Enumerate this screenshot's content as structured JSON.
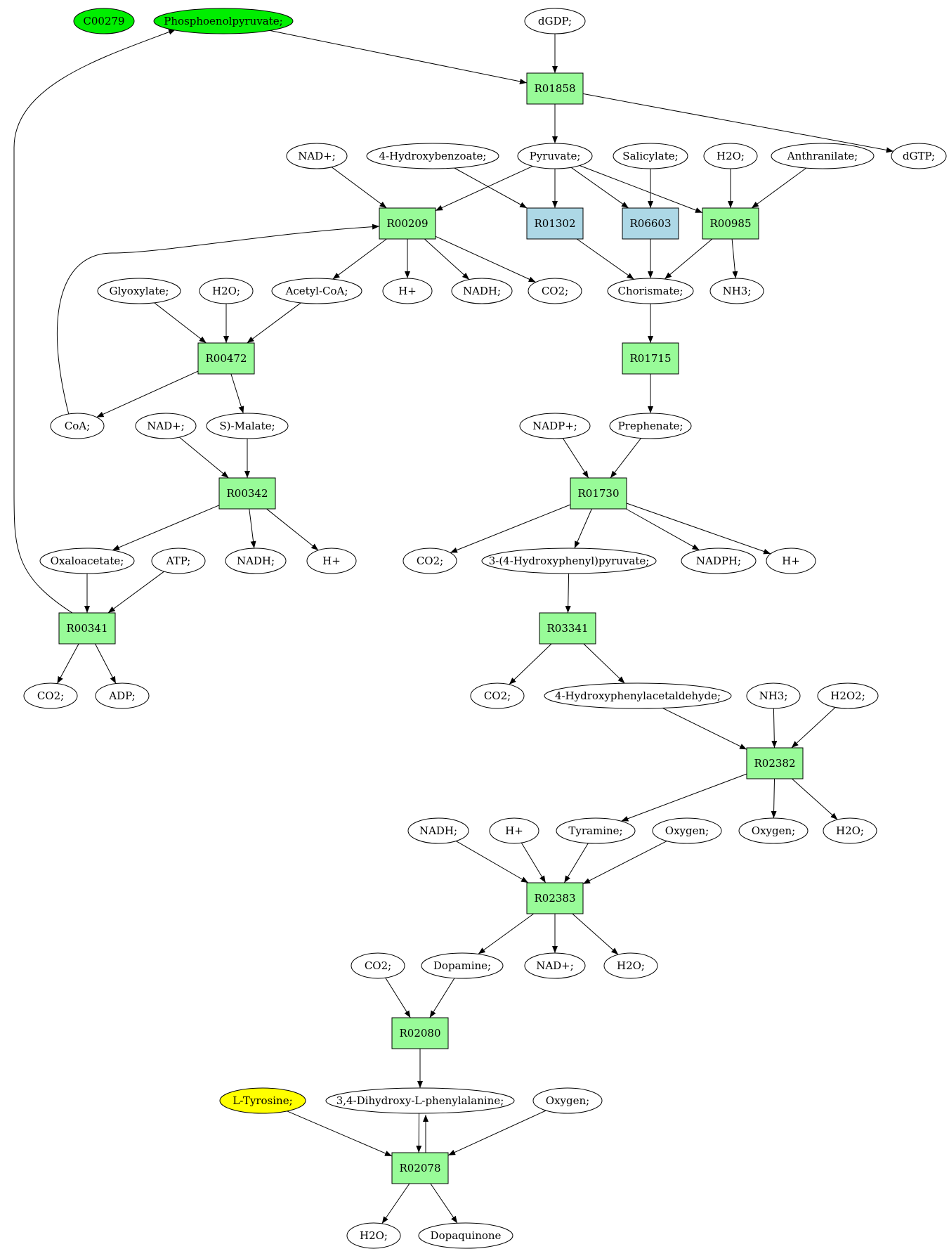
{
  "colors": {
    "compound": "#ffffff",
    "reaction": "#98fb98",
    "reaction_alt": "#add8e6",
    "highlight_green": "#00ee00",
    "highlight_yellow": "#ffff00",
    "stroke": "#000000"
  },
  "nodes": [
    {
      "id": "C00279",
      "label": "C00279",
      "kind": "compound",
      "color": "#00ee00"
    },
    {
      "id": "pep",
      "label": "Phosphoenolpyruvate;",
      "kind": "compound",
      "color": "#00ee00"
    },
    {
      "id": "dgdp",
      "label": "dGDP;",
      "kind": "compound"
    },
    {
      "id": "R01858",
      "label": "R01858",
      "kind": "reaction"
    },
    {
      "id": "dgtp",
      "label": "dGTP;",
      "kind": "compound"
    },
    {
      "id": "nad1",
      "label": "NAD+;",
      "kind": "compound"
    },
    {
      "id": "hba",
      "label": "4-Hydroxybenzoate;",
      "kind": "compound"
    },
    {
      "id": "pyr",
      "label": "Pyruvate;",
      "kind": "compound"
    },
    {
      "id": "sal",
      "label": "Salicylate;",
      "kind": "compound"
    },
    {
      "id": "h2o1",
      "label": "H2O;",
      "kind": "compound"
    },
    {
      "id": "anth",
      "label": "Anthranilate;",
      "kind": "compound"
    },
    {
      "id": "R00209",
      "label": "R00209",
      "kind": "reaction"
    },
    {
      "id": "R01302",
      "label": "R01302",
      "kind": "reaction",
      "color": "#add8e6"
    },
    {
      "id": "R06603",
      "label": "R06603",
      "kind": "reaction",
      "color": "#add8e6"
    },
    {
      "id": "R00985",
      "label": "R00985",
      "kind": "reaction"
    },
    {
      "id": "glyox",
      "label": "Glyoxylate;",
      "kind": "compound"
    },
    {
      "id": "h2o2",
      "label": "H2O;",
      "kind": "compound"
    },
    {
      "id": "acoa",
      "label": "Acetyl-CoA;",
      "kind": "compound"
    },
    {
      "id": "hp1",
      "label": "H+",
      "kind": "compound"
    },
    {
      "id": "nadh1",
      "label": "NADH;",
      "kind": "compound"
    },
    {
      "id": "co2a",
      "label": "CO2;",
      "kind": "compound"
    },
    {
      "id": "chor",
      "label": "Chorismate;",
      "kind": "compound"
    },
    {
      "id": "nh3a",
      "label": "NH3;",
      "kind": "compound"
    },
    {
      "id": "R00472",
      "label": "R00472",
      "kind": "reaction"
    },
    {
      "id": "R01715",
      "label": "R01715",
      "kind": "reaction"
    },
    {
      "id": "coa",
      "label": "CoA;",
      "kind": "compound"
    },
    {
      "id": "nad2",
      "label": "NAD+;",
      "kind": "compound"
    },
    {
      "id": "smal",
      "label": "S)-Malate;",
      "kind": "compound"
    },
    {
      "id": "nadp",
      "label": "NADP+;",
      "kind": "compound"
    },
    {
      "id": "preph",
      "label": "Prephenate;",
      "kind": "compound"
    },
    {
      "id": "R00342",
      "label": "R00342",
      "kind": "reaction"
    },
    {
      "id": "R01730",
      "label": "R01730",
      "kind": "reaction"
    },
    {
      "id": "oxa",
      "label": "Oxaloacetate;",
      "kind": "compound"
    },
    {
      "id": "atp",
      "label": "ATP;",
      "kind": "compound"
    },
    {
      "id": "nadh2",
      "label": "NADH;",
      "kind": "compound"
    },
    {
      "id": "hp2",
      "label": "H+",
      "kind": "compound"
    },
    {
      "id": "co2b",
      "label": "CO2;",
      "kind": "compound"
    },
    {
      "id": "hpp",
      "label": "3-(4-Hydroxyphenyl)pyruvate;",
      "kind": "compound"
    },
    {
      "id": "nadph",
      "label": "NADPH;",
      "kind": "compound"
    },
    {
      "id": "hp3",
      "label": "H+",
      "kind": "compound"
    },
    {
      "id": "R00341",
      "label": "R00341",
      "kind": "reaction"
    },
    {
      "id": "R03341",
      "label": "R03341",
      "kind": "reaction"
    },
    {
      "id": "co2c",
      "label": "CO2;",
      "kind": "compound"
    },
    {
      "id": "adp",
      "label": "ADP;",
      "kind": "compound"
    },
    {
      "id": "co2d",
      "label": "CO2;",
      "kind": "compound"
    },
    {
      "id": "hpa",
      "label": "4-Hydroxyphenylacetaldehyde;",
      "kind": "compound"
    },
    {
      "id": "nh3b",
      "label": "NH3;",
      "kind": "compound"
    },
    {
      "id": "h2o2b",
      "label": "H2O2;",
      "kind": "compound"
    },
    {
      "id": "R02382",
      "label": "R02382",
      "kind": "reaction"
    },
    {
      "id": "nadh3",
      "label": "NADH;",
      "kind": "compound"
    },
    {
      "id": "hp4",
      "label": "H+",
      "kind": "compound"
    },
    {
      "id": "tyra",
      "label": "Tyramine;",
      "kind": "compound"
    },
    {
      "id": "oxy1",
      "label": "Oxygen;",
      "kind": "compound"
    },
    {
      "id": "oxy2",
      "label": "Oxygen;",
      "kind": "compound"
    },
    {
      "id": "h2o3",
      "label": "H2O;",
      "kind": "compound"
    },
    {
      "id": "R02383",
      "label": "R02383",
      "kind": "reaction"
    },
    {
      "id": "co2e",
      "label": "CO2;",
      "kind": "compound"
    },
    {
      "id": "dopa",
      "label": "Dopamine;",
      "kind": "compound"
    },
    {
      "id": "nad3",
      "label": "NAD+;",
      "kind": "compound"
    },
    {
      "id": "h2o4",
      "label": "H2O;",
      "kind": "compound"
    },
    {
      "id": "R02080",
      "label": "R02080",
      "kind": "reaction"
    },
    {
      "id": "ltyr",
      "label": "L-Tyrosine;",
      "kind": "compound",
      "color": "#ffff00"
    },
    {
      "id": "ldopa",
      "label": "3,4-Dihydroxy-L-phenylalanine;",
      "kind": "compound"
    },
    {
      "id": "oxy3",
      "label": "Oxygen;",
      "kind": "compound"
    },
    {
      "id": "R02078",
      "label": "R02078",
      "kind": "reaction"
    },
    {
      "id": "h2o5",
      "label": "H2O;",
      "kind": "compound"
    },
    {
      "id": "dopq",
      "label": "Dopaquinone",
      "kind": "compound"
    }
  ],
  "edges": [
    [
      "pep",
      "R01858"
    ],
    [
      "dgdp",
      "R01858"
    ],
    [
      "R01858",
      "pyr"
    ],
    [
      "R01858",
      "dgtp"
    ],
    [
      "nad1",
      "R00209"
    ],
    [
      "pyr",
      "R00209"
    ],
    [
      "coa",
      "R00209"
    ],
    [
      "hba",
      "R01302"
    ],
    [
      "pyr",
      "R01302"
    ],
    [
      "pyr",
      "R06603"
    ],
    [
      "sal",
      "R06603"
    ],
    [
      "pyr",
      "R00985"
    ],
    [
      "h2o1",
      "R00985"
    ],
    [
      "anth",
      "R00985"
    ],
    [
      "R00209",
      "acoa"
    ],
    [
      "R00209",
      "hp1"
    ],
    [
      "R00209",
      "nadh1"
    ],
    [
      "R00209",
      "co2a"
    ],
    [
      "R01302",
      "chor"
    ],
    [
      "R06603",
      "chor"
    ],
    [
      "R00985",
      "chor"
    ],
    [
      "R00985",
      "nh3a"
    ],
    [
      "glyox",
      "R00472"
    ],
    [
      "h2o2",
      "R00472"
    ],
    [
      "acoa",
      "R00472"
    ],
    [
      "R00472",
      "coa"
    ],
    [
      "R00472",
      "smal"
    ],
    [
      "chor",
      "R01715"
    ],
    [
      "R01715",
      "preph"
    ],
    [
      "nad2",
      "R00342"
    ],
    [
      "smal",
      "R00342"
    ],
    [
      "R00342",
      "oxa"
    ],
    [
      "R00342",
      "nadh2"
    ],
    [
      "R00342",
      "hp2"
    ],
    [
      "nadp",
      "R01730"
    ],
    [
      "preph",
      "R01730"
    ],
    [
      "R01730",
      "co2b"
    ],
    [
      "R01730",
      "hpp"
    ],
    [
      "R01730",
      "nadph"
    ],
    [
      "R01730",
      "hp3"
    ],
    [
      "oxa",
      "R00341"
    ],
    [
      "atp",
      "R00341"
    ],
    [
      "R00341",
      "co2c"
    ],
    [
      "R00341",
      "adp"
    ],
    [
      "R00341",
      "pep"
    ],
    [
      "hpp",
      "R03341"
    ],
    [
      "R03341",
      "co2d"
    ],
    [
      "R03341",
      "hpa"
    ],
    [
      "hpa",
      "R02382"
    ],
    [
      "nh3b",
      "R02382"
    ],
    [
      "h2o2b",
      "R02382"
    ],
    [
      "R02382",
      "tyra"
    ],
    [
      "R02382",
      "oxy2"
    ],
    [
      "R02382",
      "h2o3"
    ],
    [
      "nadh3",
      "R02383"
    ],
    [
      "hp4",
      "R02383"
    ],
    [
      "tyra",
      "R02383"
    ],
    [
      "oxy1",
      "R02383"
    ],
    [
      "R02383",
      "dopa"
    ],
    [
      "R02383",
      "nad3"
    ],
    [
      "R02383",
      "h2o4"
    ],
    [
      "co2e",
      "R02080"
    ],
    [
      "dopa",
      "R02080"
    ],
    [
      "R02080",
      "ldopa"
    ],
    [
      "ltyr",
      "R02078"
    ],
    [
      "ldopa",
      "R02078"
    ],
    [
      "oxy3",
      "R02078"
    ],
    [
      "R02078",
      "ldopa"
    ],
    [
      "R02078",
      "h2o5"
    ],
    [
      "R02078",
      "dopq"
    ]
  ]
}
